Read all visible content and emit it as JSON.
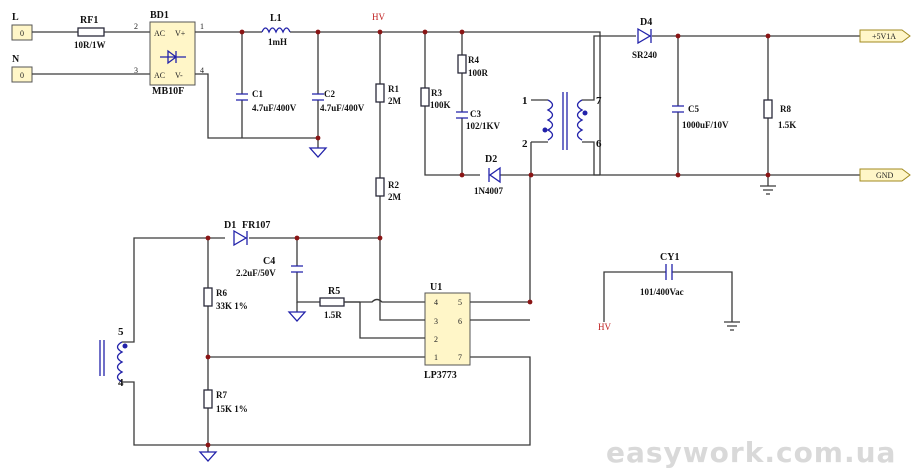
{
  "terminals": {
    "l": "L",
    "n": "N",
    "l_pin": "0",
    "n_pin": "0"
  },
  "rf1": {
    "ref": "RF1",
    "value": "10R/1W"
  },
  "bd1": {
    "ref": "BD1",
    "part": "MB10F",
    "ac_top": "AC",
    "vplus": "V+",
    "ac_bot": "AC",
    "vminus": "V-",
    "p1": "1",
    "p2": "2",
    "p3": "3",
    "p4": "4"
  },
  "l1": {
    "ref": "L1",
    "value": "1mH"
  },
  "hv_top": "HV",
  "c1": {
    "ref": "C1",
    "value": "4.7uF/400V"
  },
  "c2": {
    "ref": "C2",
    "value": "4.7uF/400V"
  },
  "r1": {
    "ref": "R1",
    "value": "2M"
  },
  "r2": {
    "ref": "R2",
    "value": "2M"
  },
  "r3": {
    "ref": "R3",
    "value": "100K"
  },
  "r4": {
    "ref": "R4",
    "value": "100R"
  },
  "c3": {
    "ref": "C3",
    "value": "102/1KV"
  },
  "d2": {
    "ref": "D2",
    "part": "1N4007"
  },
  "transformer": {
    "pin1": "1",
    "pin2": "2",
    "pin7": "7",
    "pin6": "6",
    "pin5": "5",
    "pin4": "4"
  },
  "d4": {
    "ref": "D4",
    "part": "SR240"
  },
  "c5": {
    "ref": "C5",
    "value": "1000uF/10V"
  },
  "r8": {
    "ref": "R8",
    "value": "1.5K"
  },
  "out_plus": "+5V1A",
  "out_gnd": "GND",
  "d1": {
    "ref": "D1",
    "part": "FR107"
  },
  "c4": {
    "ref": "C4",
    "value": "2.2uF/50V"
  },
  "r6": {
    "ref": "R6",
    "value": "33K 1%"
  },
  "r7": {
    "ref": "R7",
    "value": "15K 1%"
  },
  "r5": {
    "ref": "R5",
    "value": "1.5R"
  },
  "u1": {
    "ref": "U1",
    "part": "LP3773",
    "p1": "1",
    "p2": "2",
    "p3": "3",
    "p4": "4",
    "p5": "5",
    "p6": "6",
    "p7": "7"
  },
  "cy1": {
    "ref": "CY1",
    "value": "101/400Vac",
    "hv": "HV"
  },
  "watermark": "easywork.com.ua"
}
